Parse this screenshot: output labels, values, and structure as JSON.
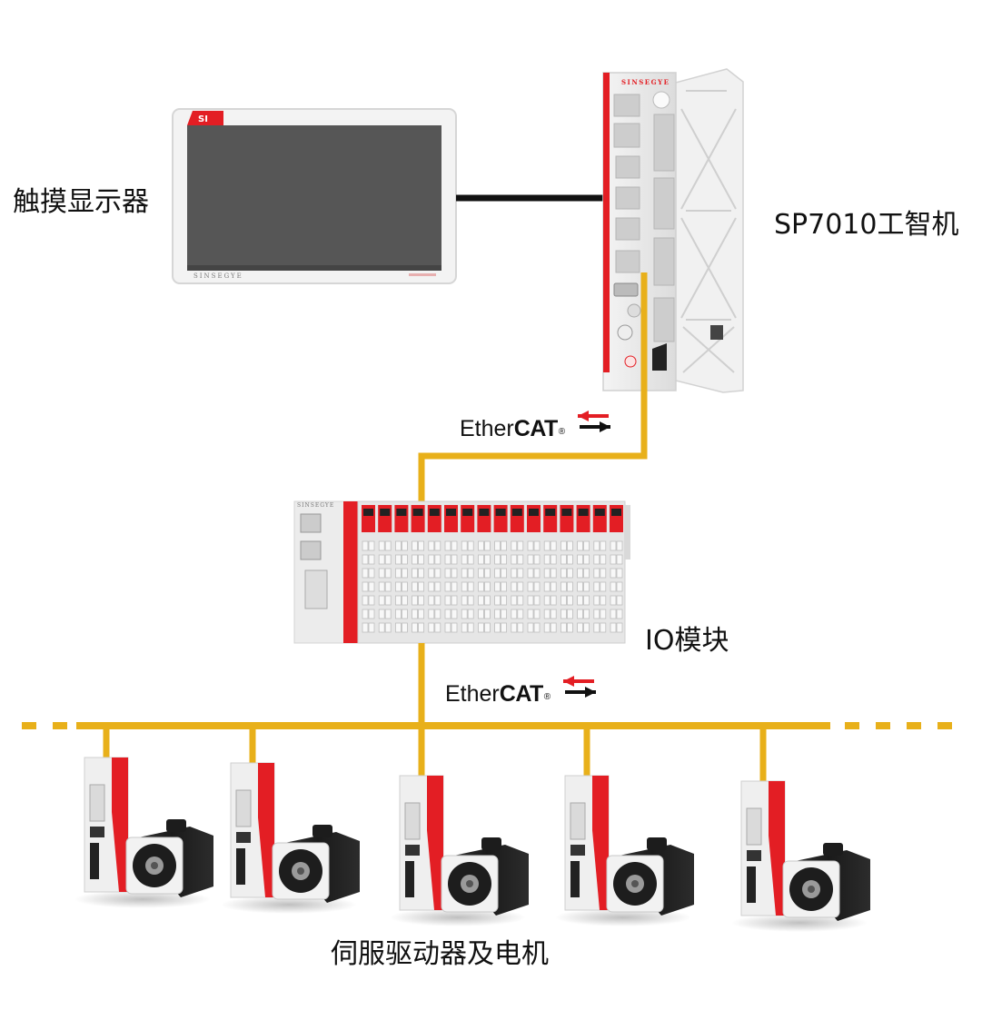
{
  "labels": {
    "touch_display": "触摸显示器",
    "industrial_pc": "SP7010工智机",
    "io_module": "IO模块",
    "servo_drives": "伺服驱动器及电机"
  },
  "ethercat": {
    "prefix": "Ether",
    "suffix": "CAT",
    "reg": "®"
  },
  "brand": {
    "name": "SINSEGYE",
    "logo": "SI"
  },
  "colors": {
    "bus": "#E8B01A",
    "link": "#111111",
    "accent": "#E31E24"
  },
  "servo_count": 5
}
